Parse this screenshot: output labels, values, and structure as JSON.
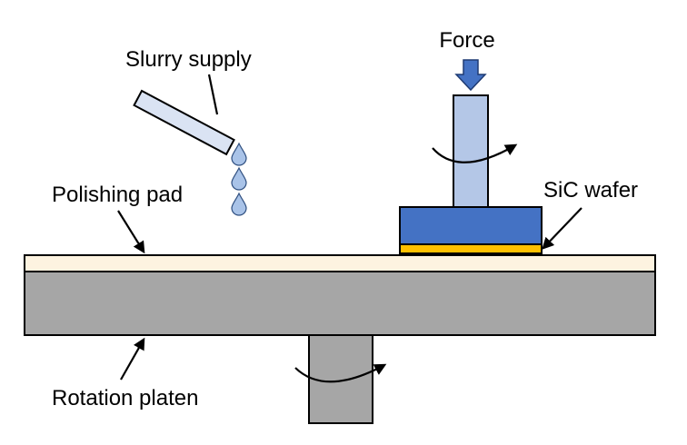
{
  "labels": {
    "force": "Force",
    "slurry_supply": "Slurry supply",
    "polishing_pad": "Polishing pad",
    "sic_wafer": "SiC wafer",
    "rotation_platen": "Rotation platen"
  },
  "colors": {
    "platen": "#a6a6a6",
    "pad": "#fdf3e0",
    "carrier_head": "#4472c4",
    "wafer": "#ffc000",
    "shaft": "#b4c7e7",
    "slurry_tube": "#dae3f3",
    "slurry_drop": "#a9c3e8",
    "force_arrow": "#4472c4",
    "outline": "#000000"
  }
}
